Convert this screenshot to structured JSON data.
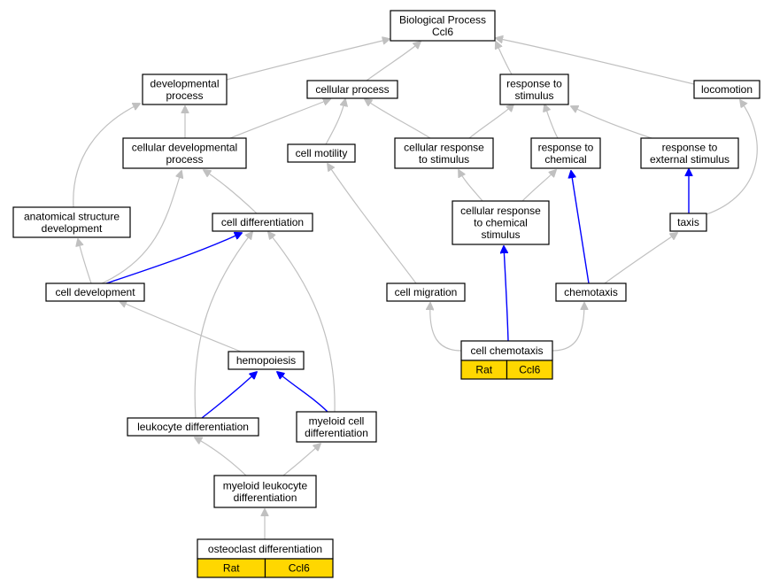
{
  "colors": {
    "edge_default": "#c0c0c0",
    "edge_highlight": "#0000ff",
    "annotation_fill": "#ffd700",
    "node_border": "#000000"
  },
  "nodes": {
    "bp": [
      "Biological Process",
      "Ccl6"
    ],
    "devproc": [
      "developmental",
      "process"
    ],
    "cellproc": [
      "cellular process"
    ],
    "resp": [
      "response to",
      "stimulus"
    ],
    "loco": [
      "locomotion"
    ],
    "celldevproc": [
      "cellular developmental",
      "process"
    ],
    "motility": [
      "cell motility"
    ],
    "cellresp": [
      "cellular response",
      "to stimulus"
    ],
    "respchem": [
      "response to",
      "chemical"
    ],
    "respext": [
      "response to",
      "external stimulus"
    ],
    "anat": [
      "anatomical structure",
      "development"
    ],
    "celldiff": [
      "cell differentiation"
    ],
    "cellrespchem": [
      "cellular response",
      "to chemical",
      "stimulus"
    ],
    "taxis": [
      "taxis"
    ],
    "celldev": [
      "cell development"
    ],
    "migration": [
      "cell migration"
    ],
    "chemotaxis": [
      "chemotaxis"
    ],
    "cellchemo": [
      "cell chemotaxis"
    ],
    "hemo": [
      "hemopoiesis"
    ],
    "leuko": [
      "leukocyte differentiation"
    ],
    "myeloid": [
      "myeloid cell",
      "differentiation"
    ],
    "myeloleuko": [
      "myeloid leukocyte",
      "differentiation"
    ],
    "osteo": [
      "osteoclast differentiation"
    ]
  },
  "annotations": {
    "cellchemo": [
      "Rat",
      "Ccl6"
    ],
    "osteo": [
      "Rat",
      "Ccl6"
    ]
  }
}
